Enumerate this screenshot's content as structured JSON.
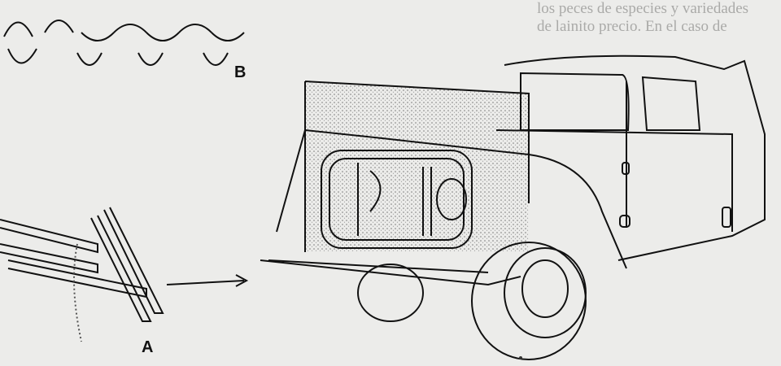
{
  "figure": {
    "label_a": "A",
    "label_b": "B",
    "bleed_through_lines": [
      "los peces de especies y variedades",
      "de lainito precio. En el caso de"
    ]
  },
  "colors": {
    "paper": "#ececea",
    "ink": "#111111",
    "stipple": "#8a8a88"
  }
}
